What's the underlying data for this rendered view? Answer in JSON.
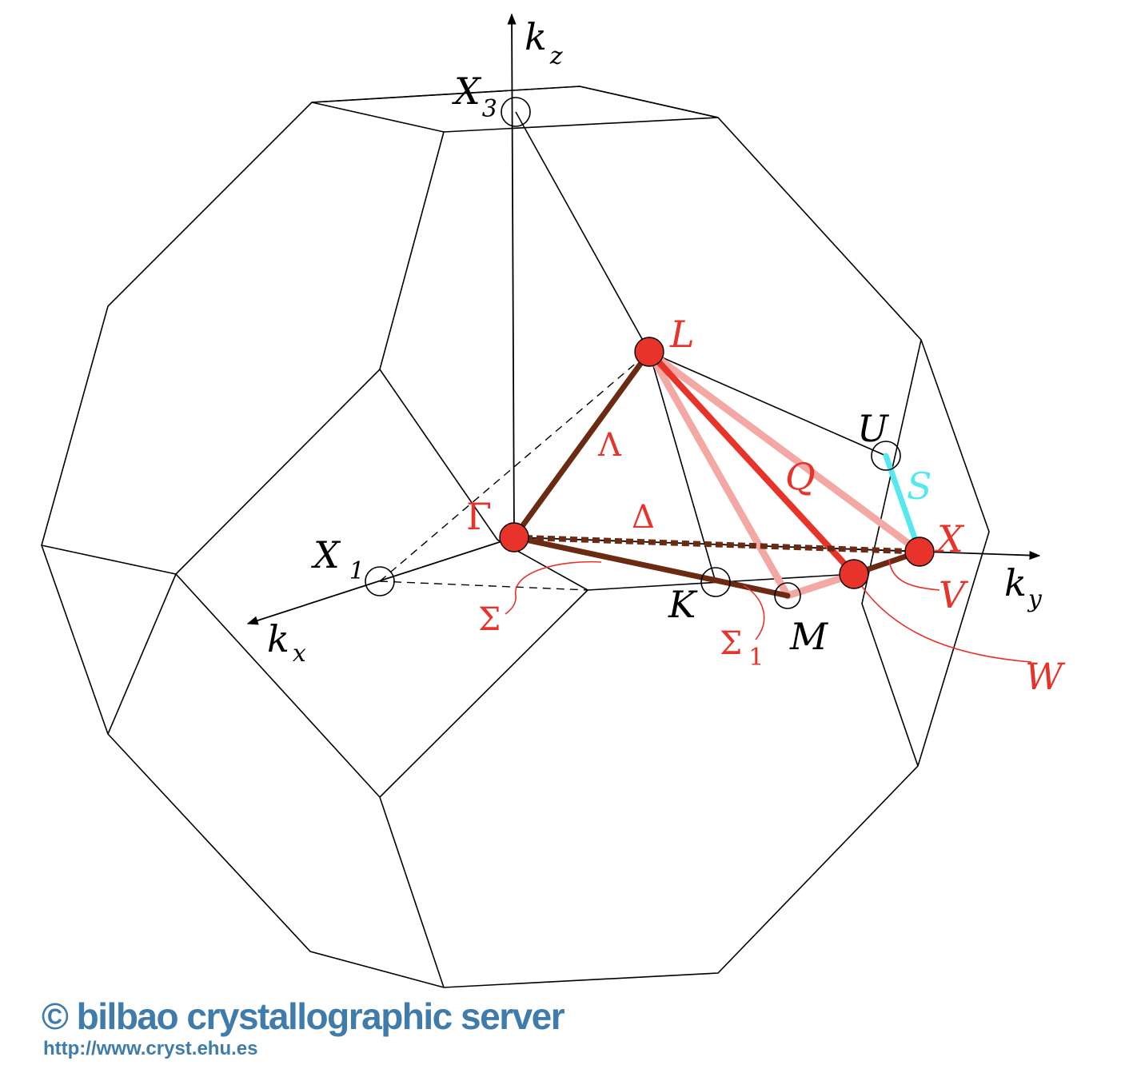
{
  "colors": {
    "red": "#e8332a",
    "brown": "#6b2a12",
    "pink": "#f3a8a4",
    "cyan": "#55e8ee",
    "black": "#000000",
    "brand": "#3f7cab"
  },
  "axes": {
    "kz": {
      "letter": "k",
      "sub": "z"
    },
    "ky": {
      "letter": "k",
      "sub": "y"
    },
    "kx": {
      "letter": "k",
      "sub": "x"
    }
  },
  "points": {
    "gamma": "Γ",
    "L": "L",
    "X": "X",
    "W": "W",
    "U": "U",
    "K": "K",
    "M": "M",
    "X1": {
      "letter": "X",
      "sub": "1"
    },
    "X3": {
      "letter": "X",
      "sub": "3"
    }
  },
  "lines": {
    "lambda": "Λ",
    "delta": "Δ",
    "sigma": "Σ",
    "sigma1": {
      "letter": "Σ",
      "sub": "1"
    },
    "Q": "Q",
    "S": "S",
    "V": "V"
  },
  "footer": {
    "brand": "© bilbao crystallographic server",
    "url": "http://www.cryst.ehu.es"
  }
}
